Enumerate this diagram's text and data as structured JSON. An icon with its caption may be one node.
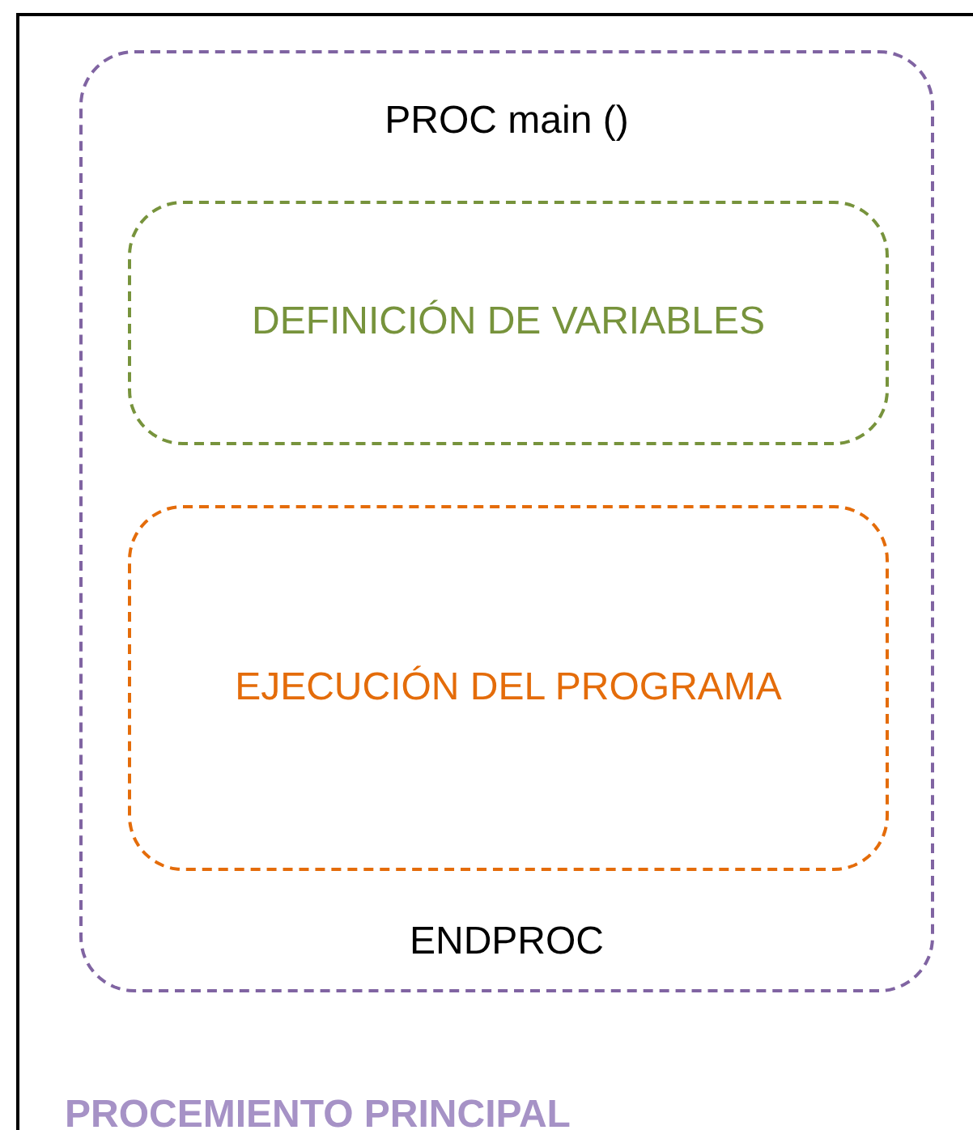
{
  "diagram": {
    "nodes": [
      {
        "text": [
          "PROCEMIENTO PRINCIPAL"
        ]
      },
      {
        "text": [
          "PROC main ()",
          "ENDPROC"
        ],
        "in": 0
      },
      {
        "text": [
          "DEFINICIÓN DE VARIABLES"
        ],
        "in": 1
      },
      {
        "text": [
          "EJECUCIÓN DEL PROGRAMA"
        ],
        "in": 1
      }
    ]
  }
}
